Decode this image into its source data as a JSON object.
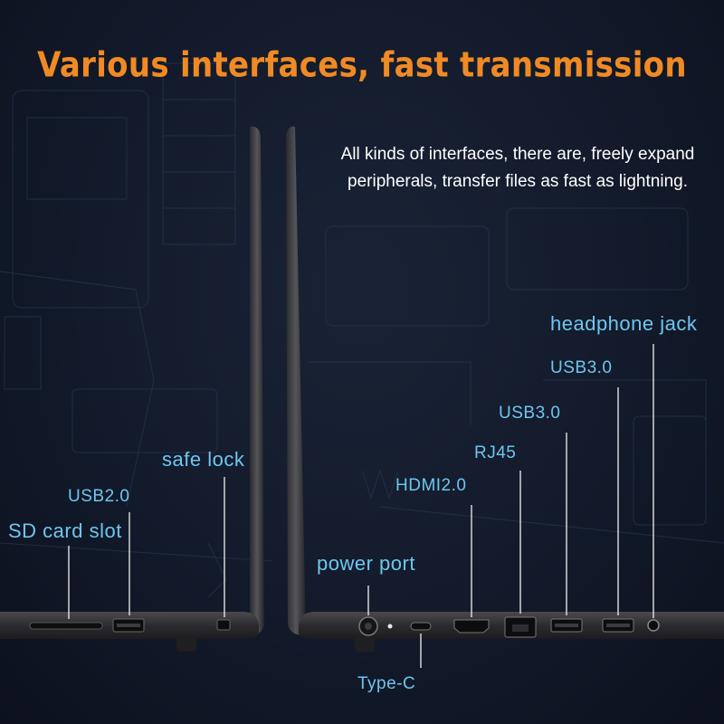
{
  "title": "Various interfaces, fast transmission",
  "description": {
    "line1": "All kinds of interfaces, there are, freely expand",
    "line2": "peripherals, transfer files as fast as lightning."
  },
  "ports": {
    "sd_card_slot": "SD card slot",
    "usb20": "USB2.0",
    "safe_lock": "safe lock",
    "power_port": "power port",
    "type_c": "Type-C",
    "hdmi": "HDMI2.0",
    "rj45": "RJ45",
    "usb30_a": "USB3.0",
    "usb30_b": "USB3.0",
    "headphone_jack": "headphone jack"
  },
  "colors": {
    "title": "#f08a24",
    "label": "#6ec6ee",
    "background": "#121a2b",
    "laptop_body": "#2b2b2e"
  }
}
